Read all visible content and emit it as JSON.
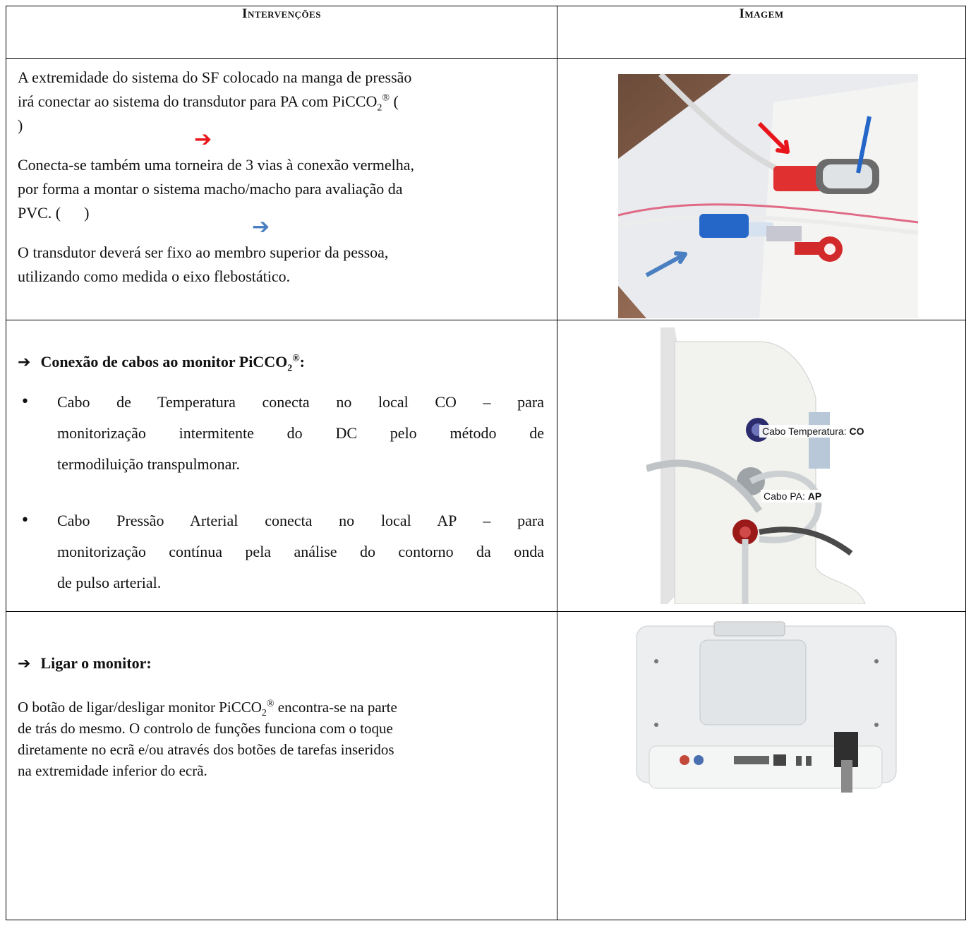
{
  "header": {
    "col1": "Intervenções",
    "col2": "Imagem"
  },
  "row1": {
    "line1": "A extremidade do sistema do SF colocado na manga de pressão",
    "line2_pre": "irá conectar ao sistema do transdutor para PA com PiCCO",
    "line2_sub": "2",
    "line2_sup": "®",
    "line2_post": " (",
    "line3": ")",
    "line4": "Conecta-se também uma torneira de 3 vias à conexão vermelha,",
    "line5": "por forma a montar o sistema macho/macho para avaliação da",
    "line6": "PVC. (      )",
    "line7": "O transdutor deverá ser fixo ao membro superior da pessoa,",
    "line8": "utilizando como medida o eixo flebostático.",
    "red_arrow_color": "#e8161b",
    "blue_arrow_color": "#4a7fc1"
  },
  "row2": {
    "heading_pre": "Conexão de cabos ao monitor PiCCO",
    "heading_sub": "2",
    "heading_sup": "®",
    "heading_post": ":",
    "bullet1_l1": "Cabo de Temperatura conecta no local CO – para",
    "bullet1_l2": "monitorização intermitente do DC pelo método de",
    "bullet1_l3": "termodiluição transpulmonar.",
    "bullet2_l1": "Cabo Pressão Arterial conecta no local AP – para",
    "bullet2_l2": "monitorização contínua pela análise do contorno da onda",
    "bullet2_l3": "de pulso arterial.",
    "label_co_pre": "Cabo Temperatura: ",
    "label_co_bold": "CO",
    "label_ap_pre": "Cabo PA: ",
    "label_ap_bold": "AP"
  },
  "row3": {
    "heading": "Ligar o monitor:",
    "p_l1_pre": "O botão de ligar/desligar monitor PiCCO",
    "p_l1_sub": "2",
    "p_l1_sup": "®",
    "p_l1_post": " encontra-se na parte",
    "p_l2": "de trás do mesmo. O controlo de funções funciona com o toque",
    "p_l3": "diretamente no ecrã e/ou através dos botões de tarefas inseridos",
    "p_l4": "na extremidade inferior do ecrã."
  }
}
